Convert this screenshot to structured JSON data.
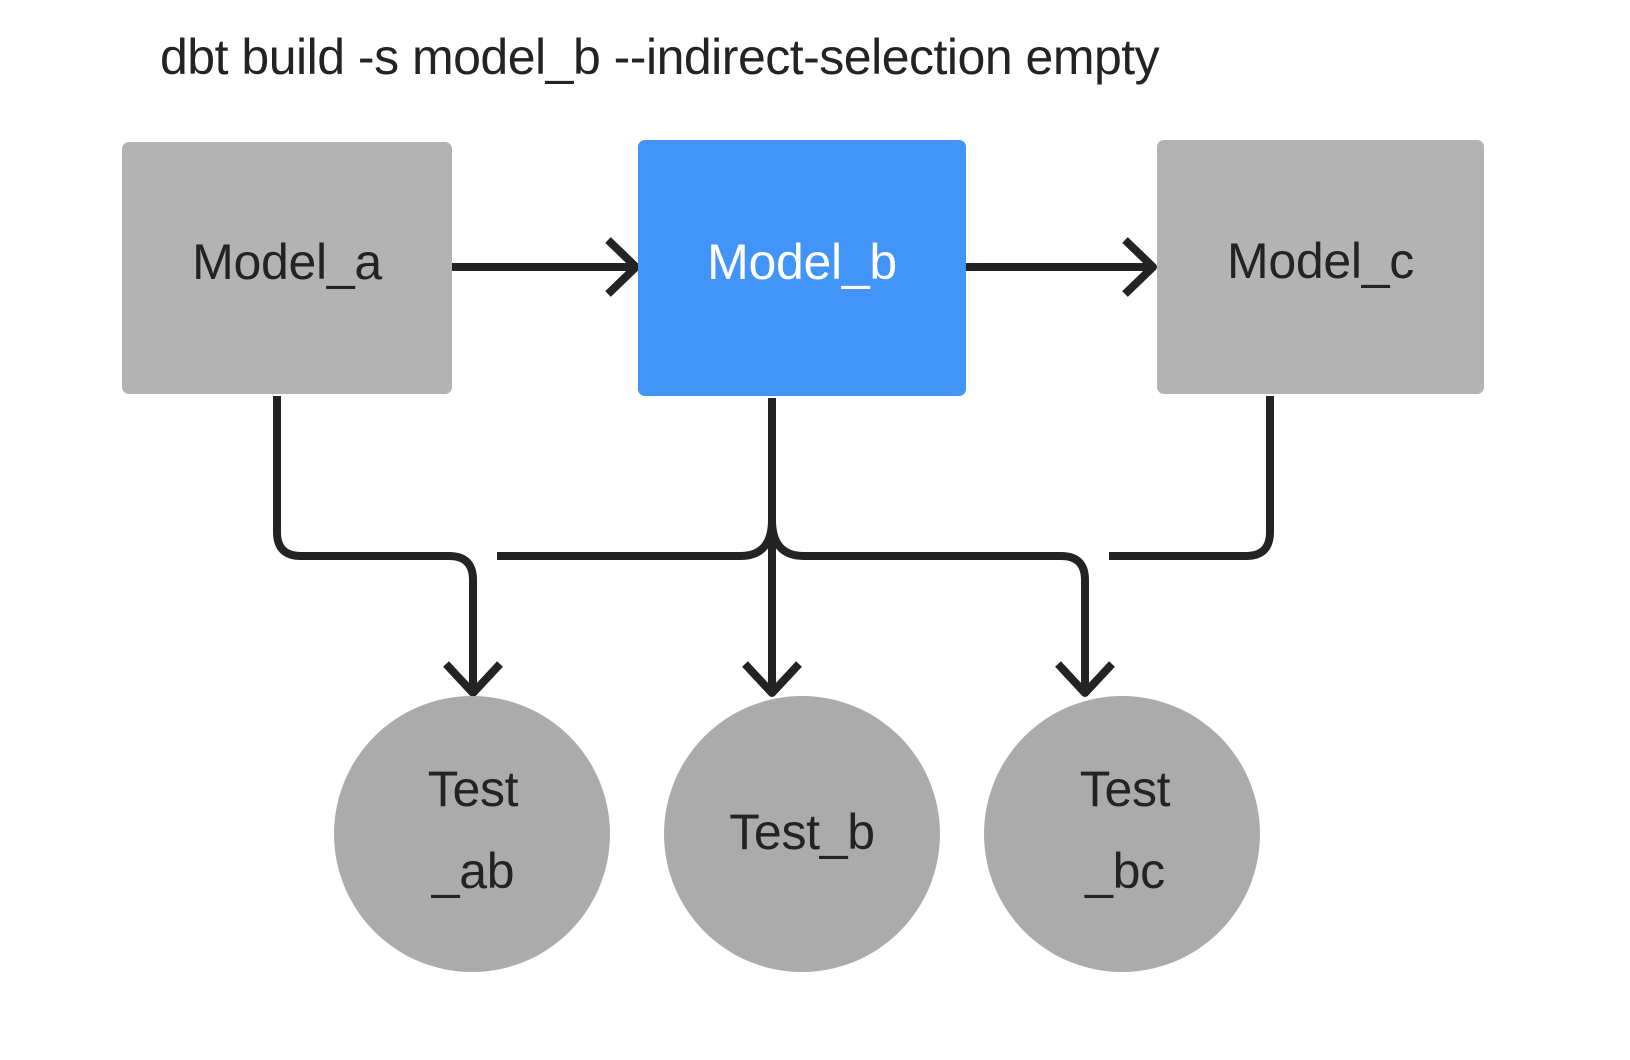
{
  "diagram": {
    "title": "dbt build -s model_b --indirect-selection empty",
    "background_color": "#FFFFFF",
    "edge_color": "#232323",
    "colors": {
      "node_gray": "#B3B3B3",
      "node_blue": "#4294F7",
      "circle_gray": "#ABABAB",
      "text_dark": "#232323",
      "text_light": "#FFFFFF"
    },
    "models": [
      {
        "id": "model_a",
        "label": "Model_a",
        "shape": "rectangle",
        "fill": "#B3B3B3",
        "text_color": "#232323",
        "selected": false
      },
      {
        "id": "model_b",
        "label": "Model_b",
        "shape": "rectangle",
        "fill": "#4294F7",
        "text_color": "#FFFFFF",
        "selected": true
      },
      {
        "id": "model_c",
        "label": "Model_c",
        "shape": "rectangle",
        "fill": "#B3B3B3",
        "text_color": "#232323",
        "selected": false
      }
    ],
    "tests": [
      {
        "id": "test_ab",
        "label": "Test\n_ab",
        "line1": "Test",
        "line2": "_ab",
        "shape": "circle",
        "fill": "#ABABAB",
        "selected": false
      },
      {
        "id": "test_b",
        "label": "Test_b",
        "line1": "Test_b",
        "line2": "",
        "shape": "circle",
        "fill": "#ABABAB",
        "selected": false
      },
      {
        "id": "test_bc",
        "label": "Test\n_bc",
        "line1": "Test",
        "line2": "_bc",
        "shape": "circle",
        "fill": "#ABABAB",
        "selected": false
      }
    ],
    "edges": [
      {
        "from": "model_a",
        "to": "model_b",
        "style": "straight-arrow"
      },
      {
        "from": "model_b",
        "to": "model_c",
        "style": "straight-arrow"
      },
      {
        "from": "model_a",
        "to": "test_ab",
        "style": "elbow-arrow"
      },
      {
        "from": "model_b",
        "to": "test_ab",
        "style": "elbow-arrow"
      },
      {
        "from": "model_b",
        "to": "test_b",
        "style": "straight-arrow"
      },
      {
        "from": "model_b",
        "to": "test_bc",
        "style": "elbow-arrow"
      },
      {
        "from": "model_c",
        "to": "test_bc",
        "style": "elbow-arrow"
      }
    ]
  }
}
